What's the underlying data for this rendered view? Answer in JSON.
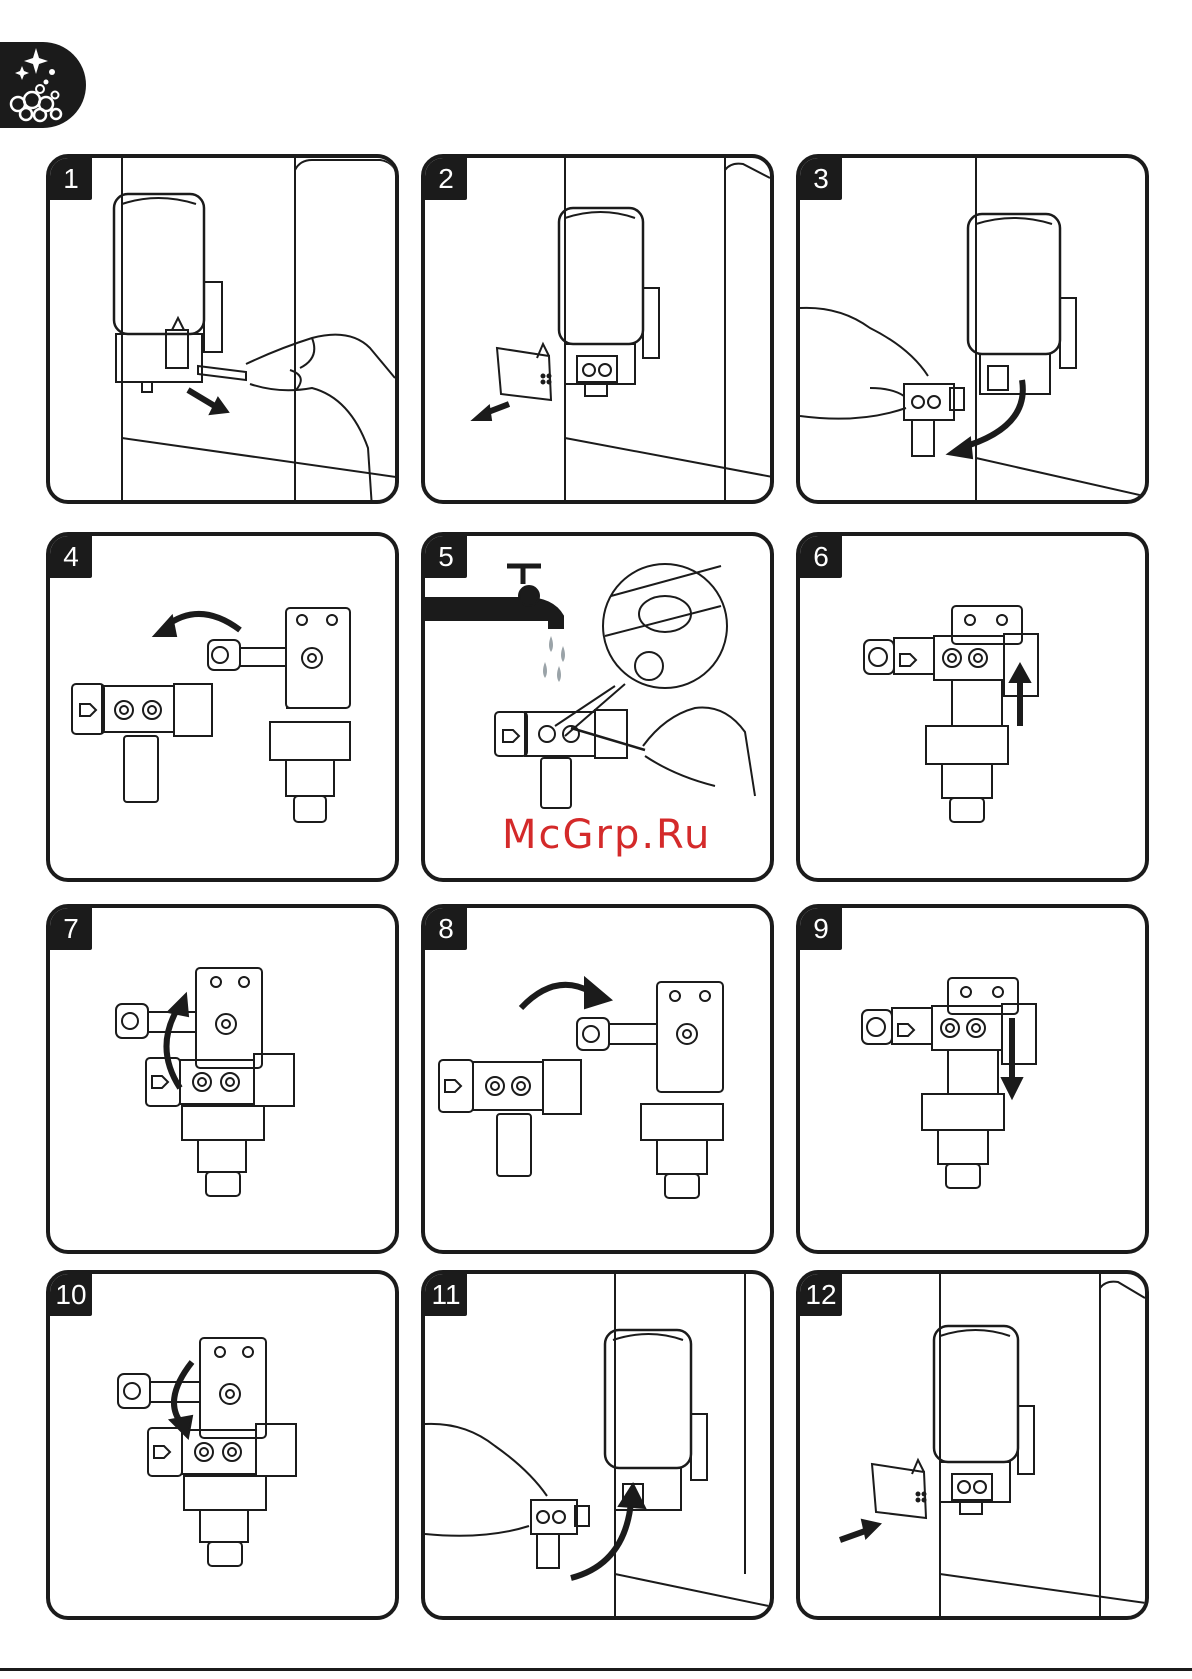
{
  "header": {
    "badge_icon": "cleaning-sparkle-bubbles-icon"
  },
  "steps": [
    {
      "number": "1"
    },
    {
      "number": "2"
    },
    {
      "number": "3"
    },
    {
      "number": "4"
    },
    {
      "number": "5"
    },
    {
      "number": "6"
    },
    {
      "number": "7"
    },
    {
      "number": "8"
    },
    {
      "number": "9"
    },
    {
      "number": "10"
    },
    {
      "number": "11"
    },
    {
      "number": "12"
    }
  ],
  "watermark": {
    "text": "McGrp.Ru"
  },
  "colors": {
    "ink": "#1b1b1b",
    "watermark": "#d42a2a",
    "water": "#9aa3a8"
  }
}
